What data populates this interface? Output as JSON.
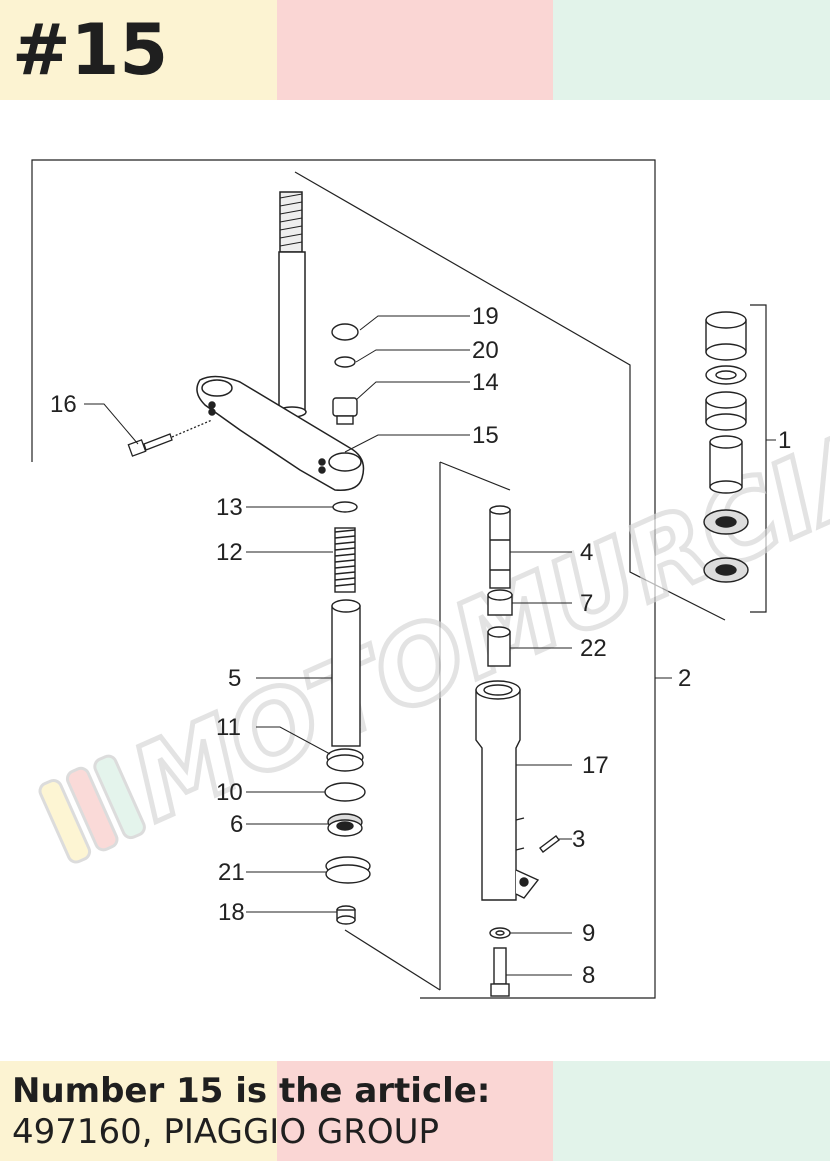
{
  "header": {
    "title": "#15"
  },
  "footer": {
    "heading": "Number 15 is the article:",
    "detail": "497160, PIAGGIO GROUP"
  },
  "watermark": {
    "text": "MOTOMURCIA"
  },
  "diagram": {
    "callouts": [
      "1",
      "2",
      "3",
      "4",
      "5",
      "6",
      "7",
      "8",
      "9",
      "10",
      "11",
      "12",
      "13",
      "14",
      "15",
      "16",
      "17",
      "18",
      "19",
      "20",
      "21",
      "22"
    ]
  },
  "colors": {
    "band_yellow": "#fcf3d2",
    "band_pink": "#fad6d4",
    "band_green": "#e2f3ea"
  }
}
